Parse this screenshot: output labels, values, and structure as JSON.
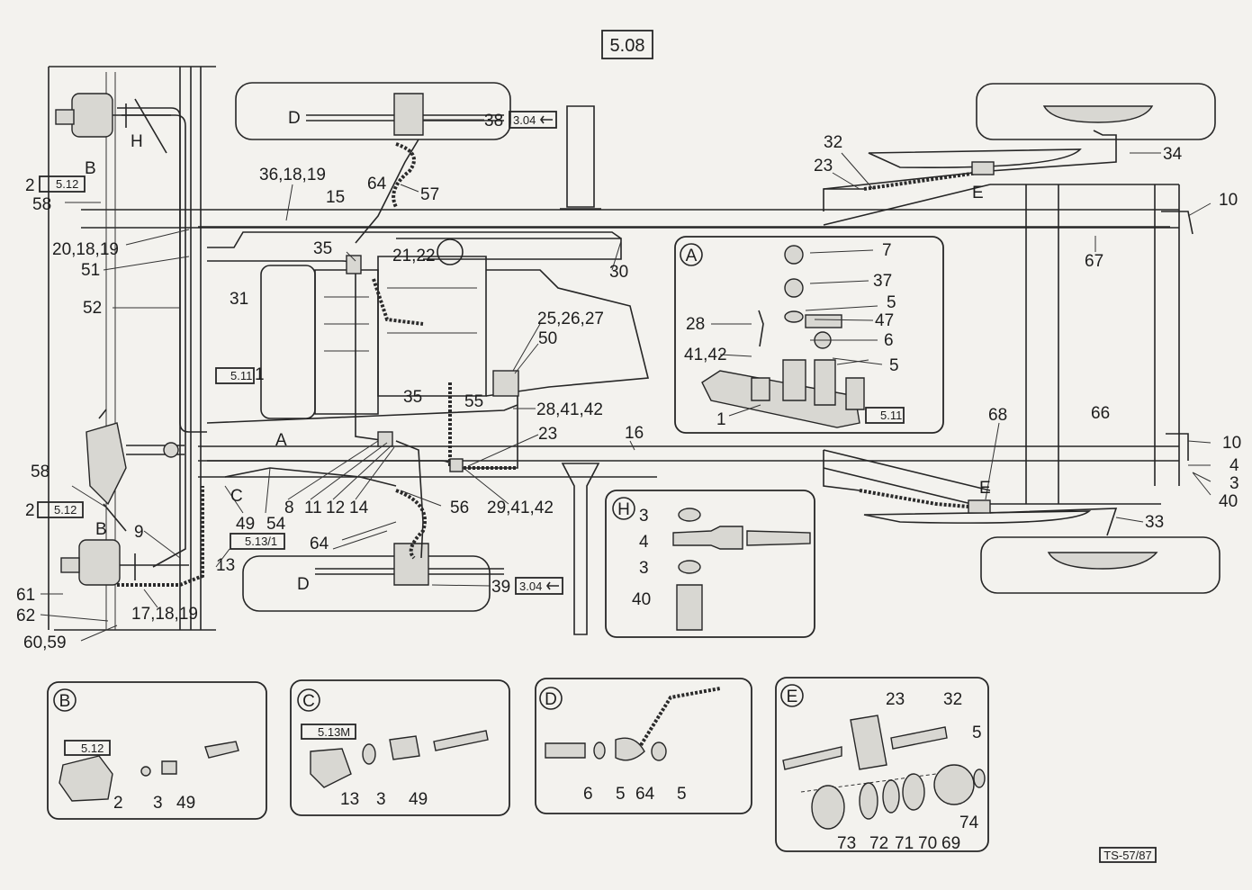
{
  "header": {
    "page_ref": "5.08"
  },
  "footer": {
    "drawing_code": "TS-57/87"
  },
  "refs": {
    "r304": "3.04",
    "r511": "5.11",
    "r512": "5.12",
    "r5131": "5.13/1",
    "r513m": "5.13M"
  },
  "letters": {
    "A": "A",
    "B": "B",
    "C": "C",
    "D": "D",
    "E": "E",
    "H": "H"
  },
  "labels": {
    "l38": "38",
    "l36": "36,18,19",
    "l15": "15",
    "l64": "64",
    "l57": "57",
    "l32": "32",
    "l23": "23",
    "l34": "34",
    "l10": "10",
    "l20": "20,18,19",
    "l51": "51",
    "l35": "35",
    "l2122": "21,22",
    "l30": "30",
    "l67": "67",
    "l52": "52",
    "l31": "31",
    "l2": "2",
    "l58": "58",
    "l7": "7",
    "l37": "37",
    "l5": "5",
    "l47": "47",
    "l28": "28",
    "l6": "6",
    "l4142": "41,42",
    "l1": "1",
    "l2527": "25,26,27",
    "l50": "50",
    "l55": "55",
    "l284142": "28,41,42",
    "l16": "16",
    "l68": "68",
    "l66": "66",
    "l4": "4",
    "l3": "3",
    "l40": "40",
    "l8": "8",
    "l11": "11",
    "l12": "12",
    "l14": "14",
    "l56": "56",
    "l294142": "29,41,42",
    "l49": "49",
    "l54": "54",
    "l9": "9",
    "l13": "13",
    "l39": "39",
    "l33": "33",
    "l61": "61",
    "l62": "62",
    "l171819": "17,18,19",
    "l6059": "60,59",
    "l69": "69",
    "l70": "70",
    "l71": "71",
    "l72": "72",
    "l73": "73",
    "l74": "74"
  }
}
